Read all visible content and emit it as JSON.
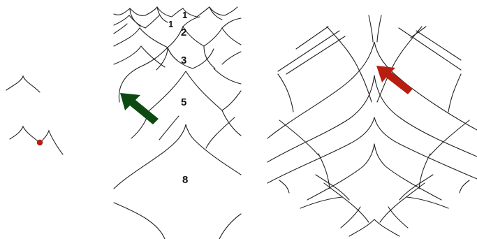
{
  "panels": {
    "left": {
      "dot_color": "#b81d10"
    },
    "middle": {
      "labels": [
        "1",
        "1",
        "2",
        "3",
        "5",
        "8"
      ],
      "arrow_color": "#0d4a12"
    },
    "right": {
      "arrow_color": "#b81d10"
    }
  },
  "icons": [
    "green-arrow-icon",
    "red-arrow-icon",
    "red-dot-icon"
  ]
}
